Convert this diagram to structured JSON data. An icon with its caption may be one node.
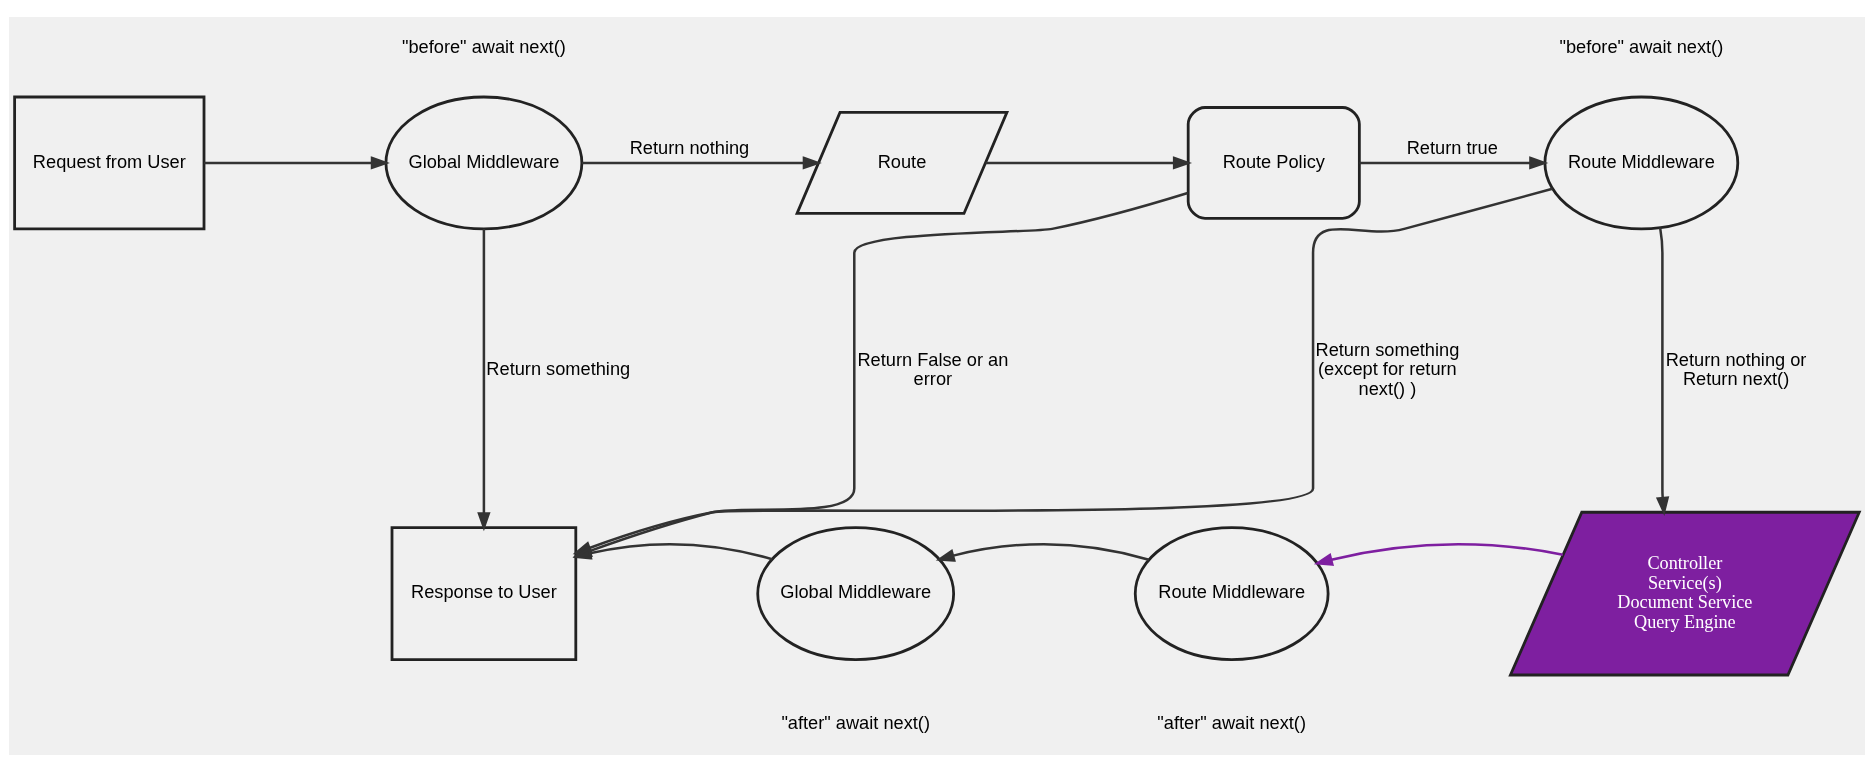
{
  "diagram": {
    "nodes": [
      {
        "text": [
          "Request from User"
        ]
      },
      {
        "text": [
          "Global Middleware"
        ],
        "beside": [
          "\"before\" await next()"
        ]
      },
      {
        "text": [
          "Route"
        ]
      },
      {
        "text": [
          "Route Policy"
        ]
      },
      {
        "text": [
          "Route Middleware"
        ],
        "beside": [
          "\"before\" await next()"
        ]
      },
      {
        "text": [
          "Response to User"
        ]
      },
      {
        "text": [
          "Controller Service(s) Document Service Query Engine"
        ]
      },
      {
        "text": [
          "Route Middleware"
        ],
        "beside": [
          "\"after\" await next()"
        ]
      },
      {
        "text": [
          "Global Middleware"
        ],
        "beside": [
          "\"after\" await next()"
        ]
      }
    ],
    "edges": [
      {
        "from": 0,
        "to": 1,
        "arrow": "to"
      },
      {
        "from": 1,
        "to": 2,
        "arrow": "to",
        "label": "Return nothing"
      },
      {
        "from": 2,
        "to": 3,
        "arrow": "to"
      },
      {
        "from": 3,
        "to": 4,
        "arrow": "to",
        "label": "Return true"
      },
      {
        "from": 1,
        "to": 5,
        "arrow": "to",
        "label": "Return something"
      },
      {
        "from": 3,
        "to": 5,
        "arrow": "to",
        "label": "Return False or an error"
      },
      {
        "from": 4,
        "to": 5,
        "arrow": "to",
        "label": "Return something (except for return next() )"
      },
      {
        "from": 4,
        "to": 6,
        "arrow": "to",
        "label": "Return nothing or Return next()"
      },
      {
        "from": 6,
        "to": 7,
        "arrow": "to",
        "color": "#7e1fa0"
      },
      {
        "from": 7,
        "to": 8,
        "arrow": "to"
      },
      {
        "from": 8,
        "to": 5,
        "arrow": "to"
      }
    ]
  }
}
